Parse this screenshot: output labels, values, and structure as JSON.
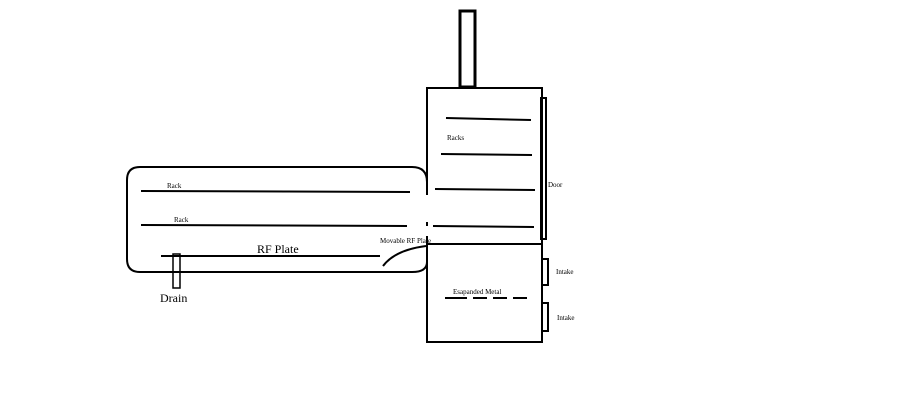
{
  "labels": {
    "rack_top": "Rack",
    "rack_bottom": "Rack",
    "rf_plate": "RF Plate",
    "drain": "Drain",
    "movable_rf_plate": "Movable RF Plate",
    "racks": "Racks",
    "door": "Door",
    "expanded_metal": "Esapanded Metal",
    "intake_top": "Intake",
    "intake_bottom": "Intake"
  },
  "colors": {
    "line": "#000000",
    "background": "#ffffff"
  }
}
